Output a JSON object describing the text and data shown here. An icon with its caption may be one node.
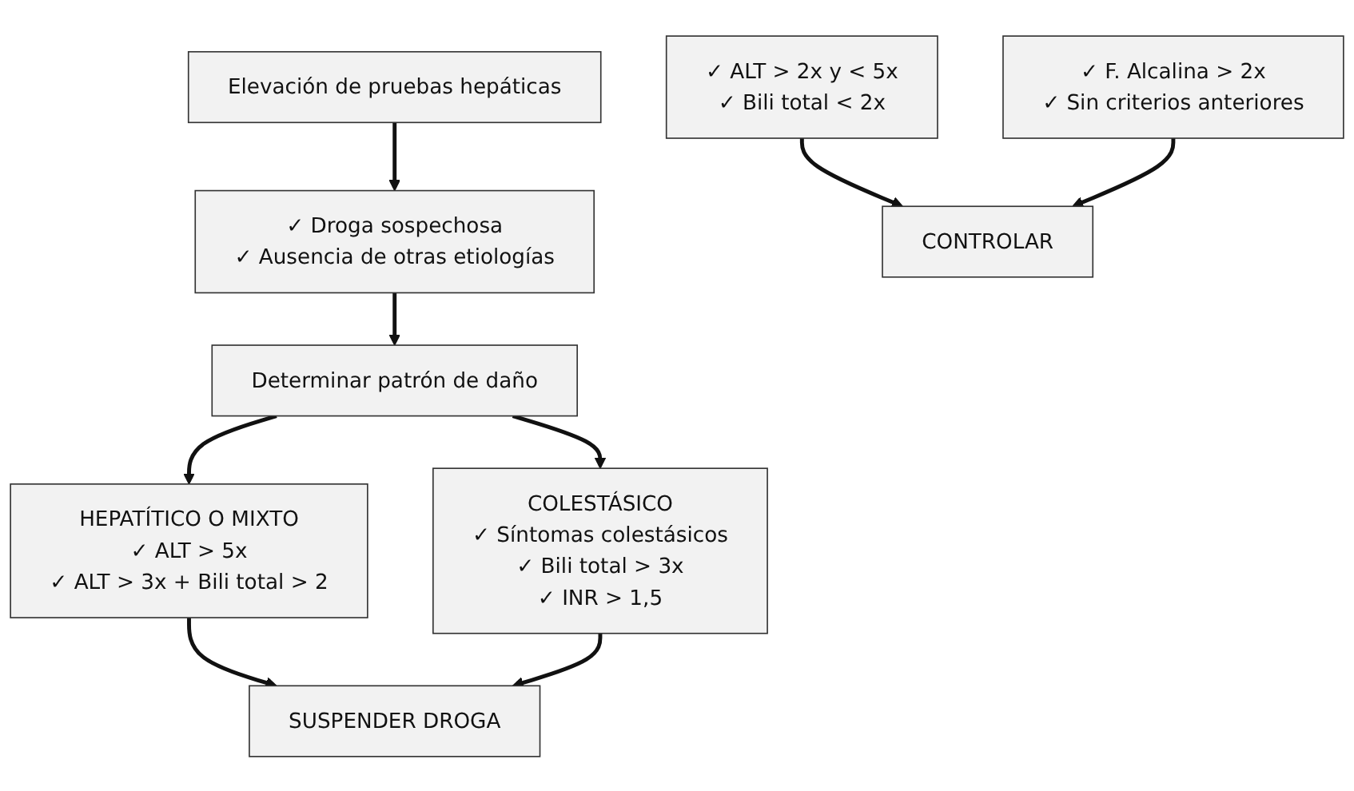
{
  "diagram": {
    "nodes": [
      {
        "text": [
          "Elevación de pruebas hepáticas"
        ]
      },
      {
        "text": [
          "✓ Droga sospechosa",
          "✓ Ausencia de otras etiologías"
        ]
      },
      {
        "text": [
          "Determinar patrón de daño"
        ]
      },
      {
        "text": [
          "HEPATÍTICO O MIXTO",
          "✓ ALT > 5x",
          "✓ ALT > 3x + Bili total > 2"
        ]
      },
      {
        "text": [
          "SUSPENDER DROGA"
        ]
      },
      {
        "text": [
          "COLESTÁSICO",
          "✓ Síntomas colestásicos",
          "✓ Bili total > 3x",
          "✓ INR > 1,5"
        ]
      },
      {
        "text": [
          "✓ ALT > 2x y < 5x",
          "✓ Bili total < 2x"
        ]
      },
      {
        "text": [
          "CONTROLAR"
        ]
      },
      {
        "text": [
          "✓ F. Alcalina > 2x",
          "✓ Sin criterios anteriores"
        ]
      }
    ],
    "edges": [
      {
        "from": 0,
        "to": 1,
        "arrow": "to"
      },
      {
        "from": 1,
        "to": 2,
        "arrow": "to"
      },
      {
        "from": 2,
        "to": 3,
        "arrow": "to"
      },
      {
        "from": 2,
        "to": 5,
        "arrow": "to"
      },
      {
        "from": 3,
        "to": 4,
        "arrow": "to"
      },
      {
        "from": 5,
        "to": 4,
        "arrow": "to"
      },
      {
        "from": 6,
        "to": 7,
        "arrow": "to"
      },
      {
        "from": 8,
        "to": 7,
        "arrow": "to"
      }
    ]
  }
}
